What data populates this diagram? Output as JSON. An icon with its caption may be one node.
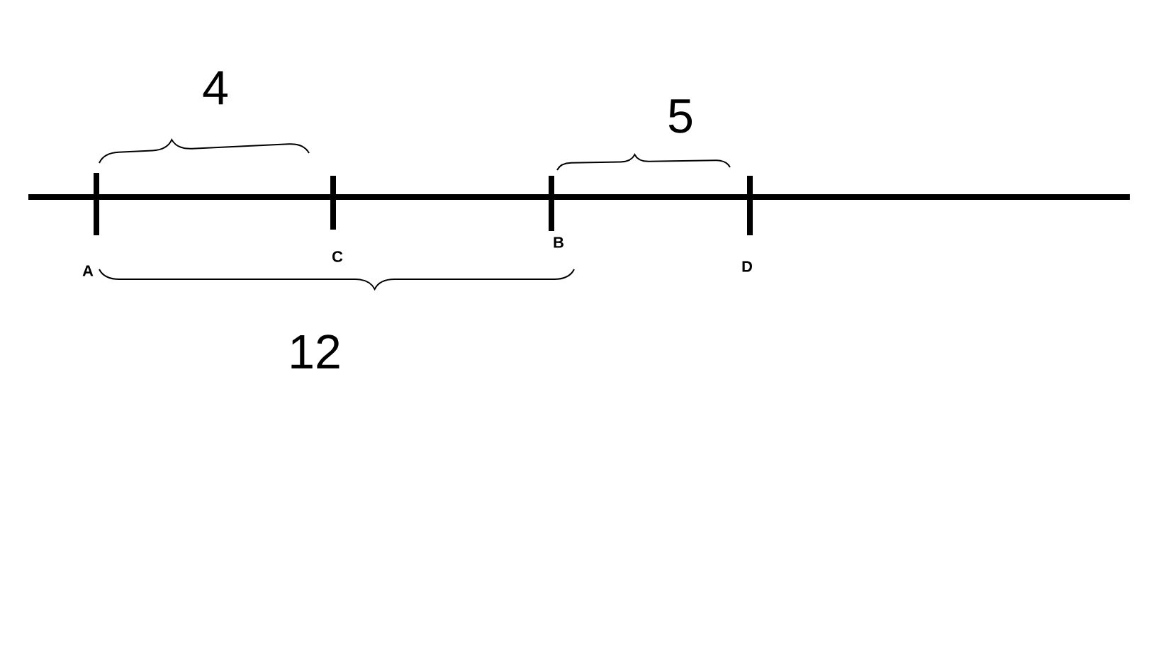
{
  "diagram": {
    "labels": [
      "4",
      "5",
      "A",
      "C",
      "B",
      "D",
      "12"
    ]
  }
}
